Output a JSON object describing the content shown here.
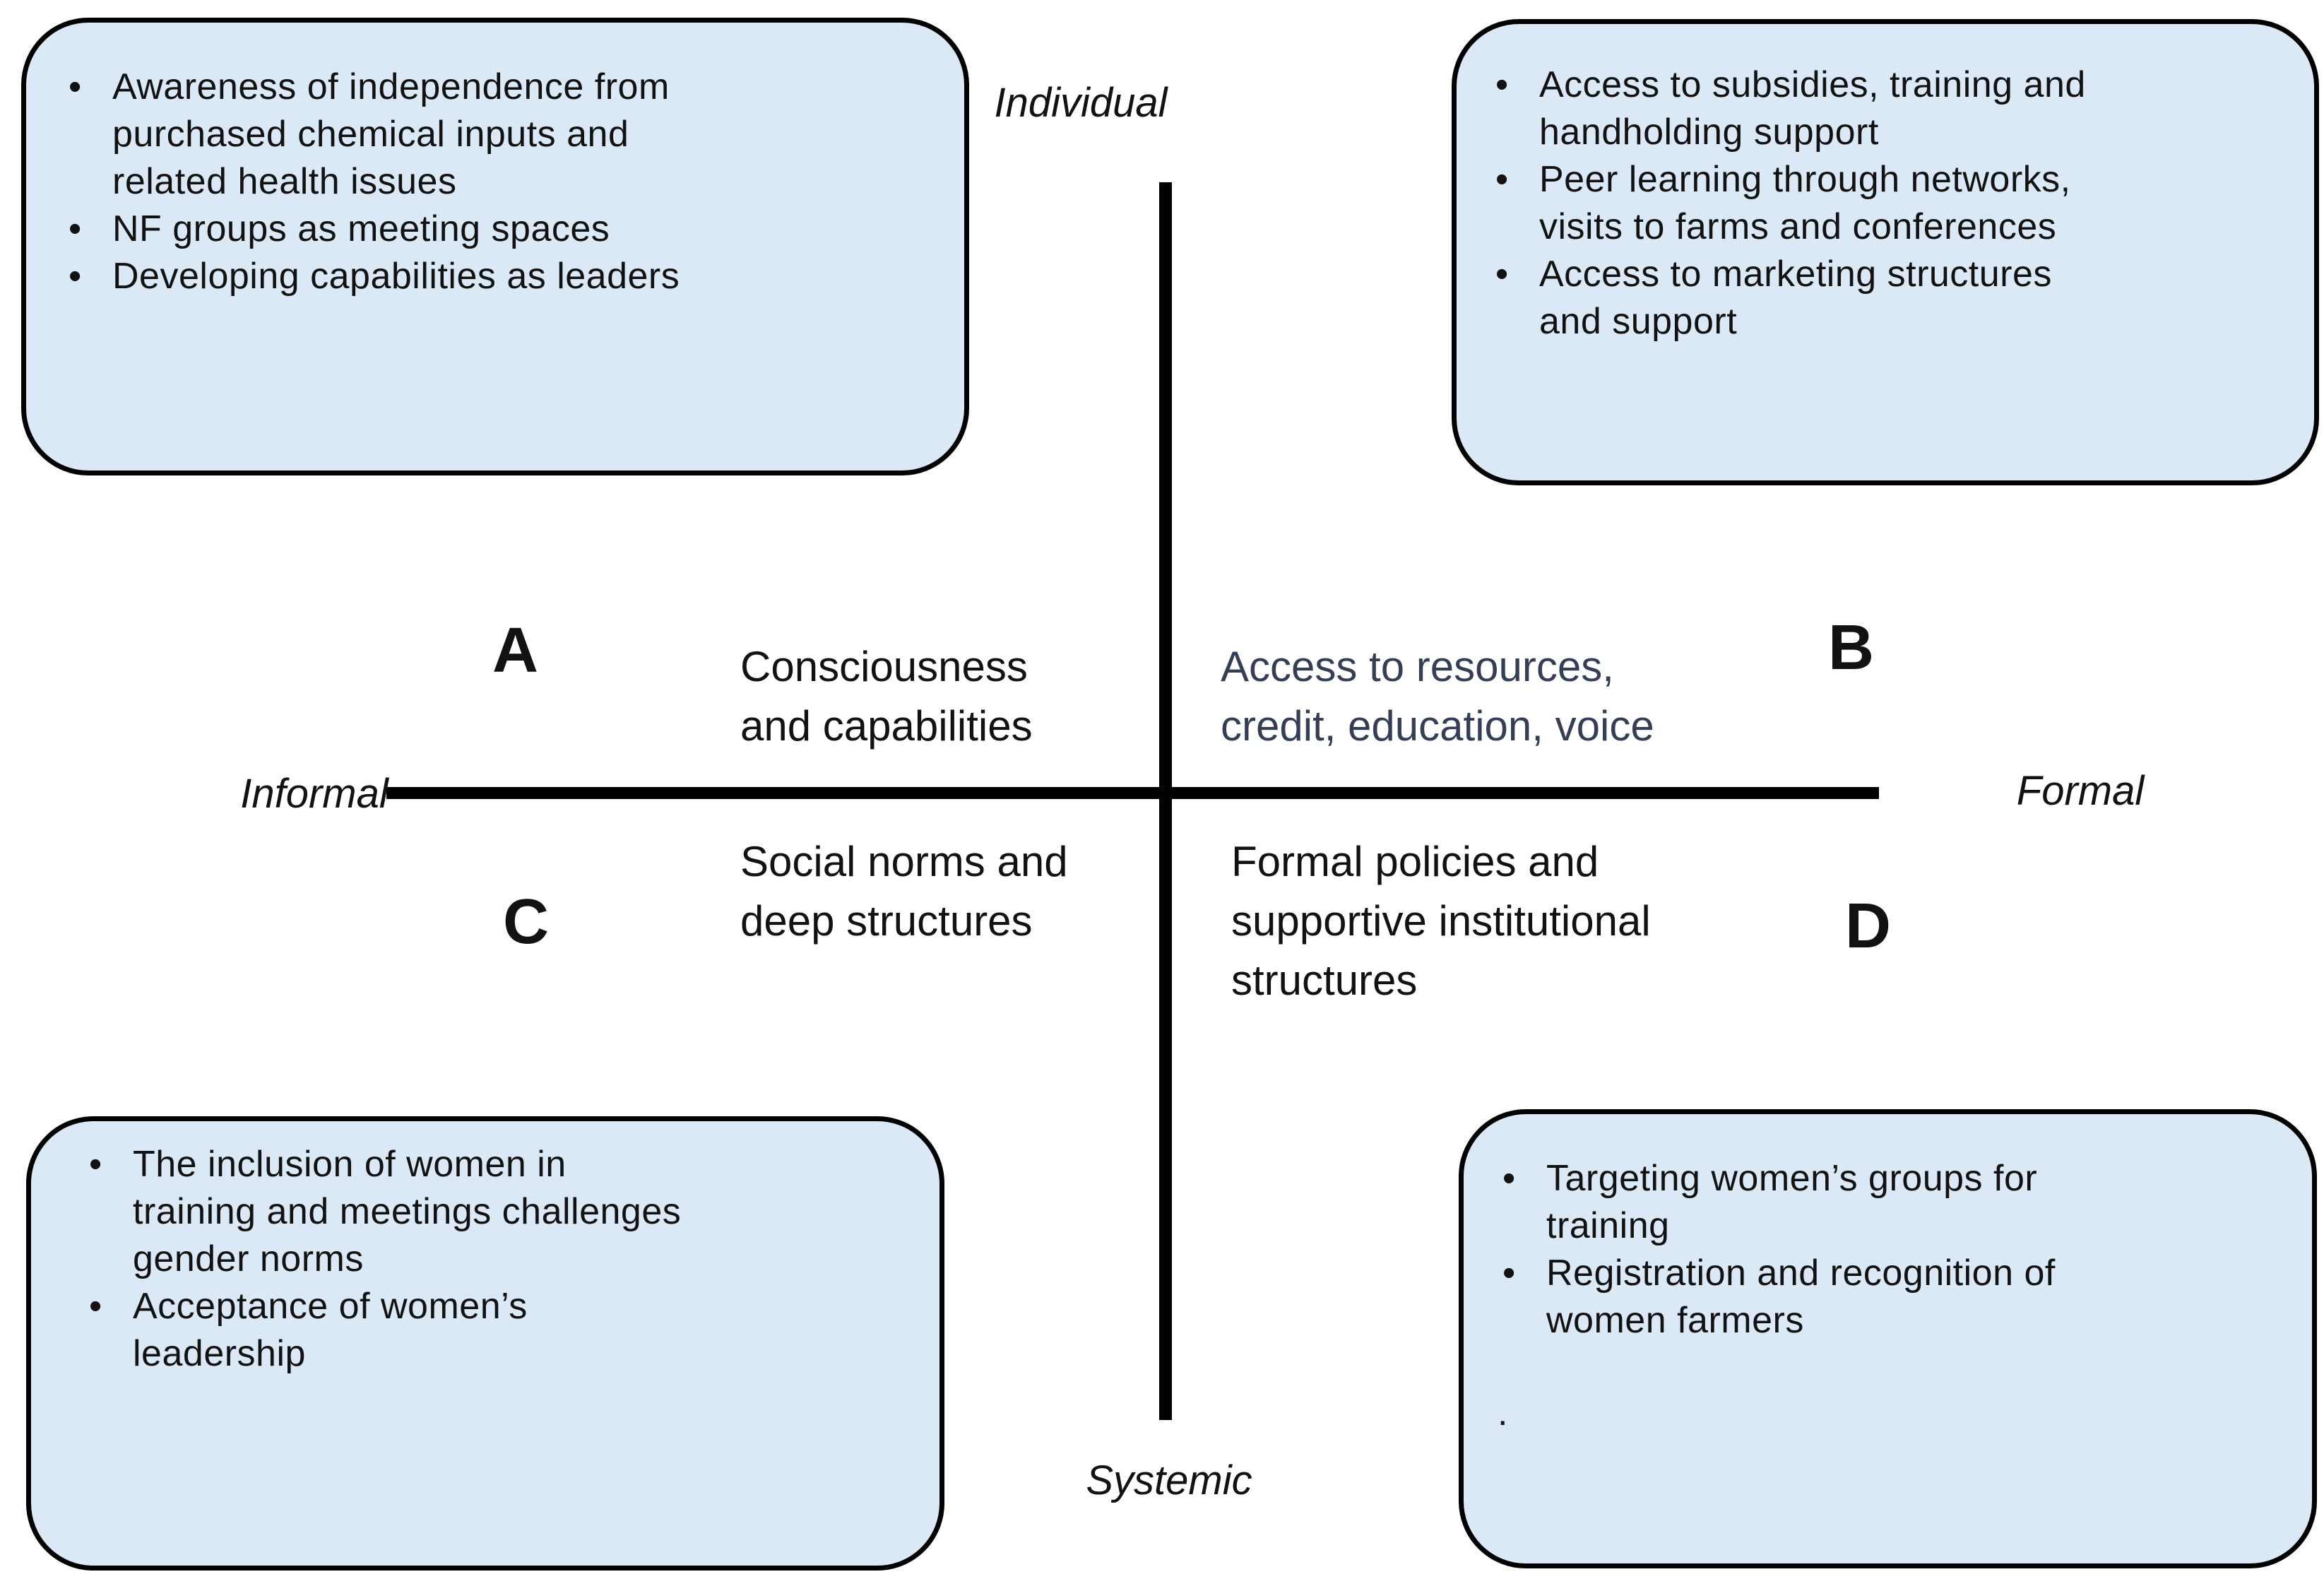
{
  "figure": {
    "axis_labels": {
      "top": "Individual",
      "bottom": "Systemic",
      "left": "Informal",
      "right": "Formal"
    },
    "quadrants": {
      "a": {
        "letter": "A",
        "label": "Consciousness\nand capabilities"
      },
      "b": {
        "letter": "B",
        "label": "Access to resources,\ncredit, education, voice"
      },
      "c": {
        "letter": "C",
        "label": "Social norms and\ndeep structures"
      },
      "d": {
        "letter": "D",
        "label": "Formal policies and\nsupportive institutional\nstructures"
      }
    },
    "bullet_char": "•",
    "boxes": {
      "top_left": {
        "items": [
          "Awareness of independence from\npurchased chemical inputs and\nrelated health issues",
          "NF groups as meeting spaces",
          "Developing capabilities as leaders"
        ]
      },
      "top_right": {
        "items": [
          "Access to subsidies, training and\nhandholding support",
          "Peer learning through networks,\nvisits to farms and conferences",
          "Access to marketing structures\nand support"
        ]
      },
      "bottom_left": {
        "items": [
          "The inclusion of women in\ntraining and meetings challenges\ngender norms",
          "Acceptance of women’s\nleadership"
        ]
      },
      "bottom_right": {
        "items": [
          "Targeting women’s groups for\ntraining",
          "Registration and recognition of\nwomen farmers"
        ],
        "stray_mark": "."
      }
    },
    "colors": {
      "box_fill": "#DBE8F5",
      "box_border": "#000000",
      "axis_line": "#000000",
      "text_black": "#121212",
      "text_navy": "#343E55"
    }
  }
}
